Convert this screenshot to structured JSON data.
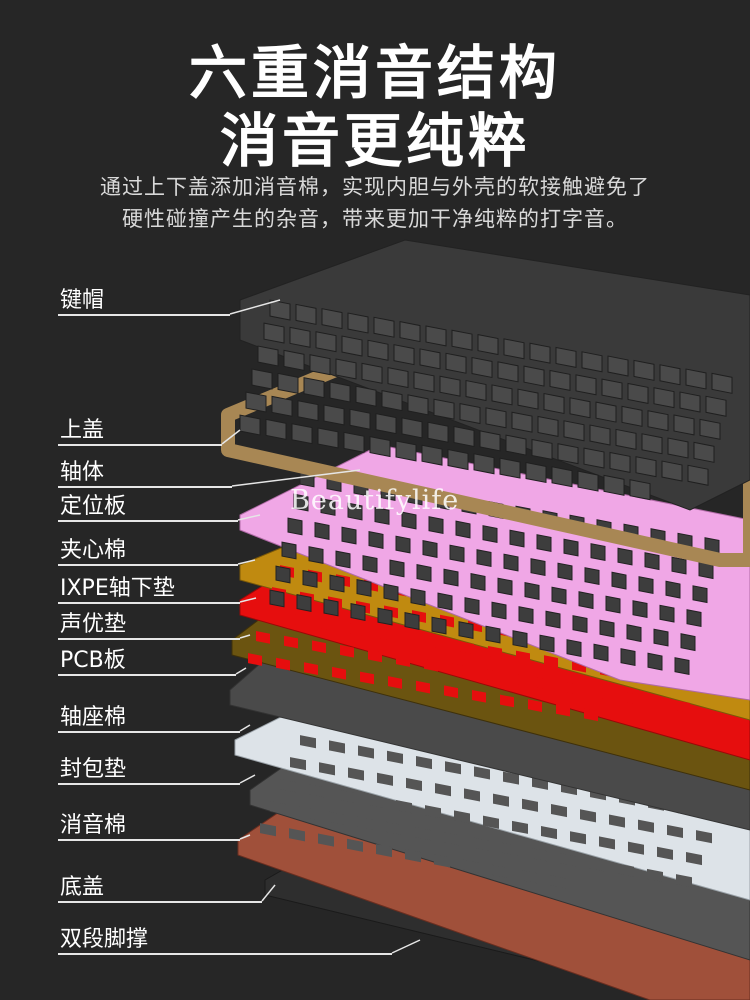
{
  "title_lines": [
    "六重消音结构",
    "消音更纯粹"
  ],
  "subtitle_lines": [
    "通过上下盖添加消音棉，实现内胆与外壳的软接触避免了",
    "硬性碰撞产生的杂音，带来更加干净纯粹的打字音。"
  ],
  "watermark": "Beautifylife",
  "layers": [
    {
      "label": "键帽"
    },
    {
      "label": "上盖"
    },
    {
      "label": "轴体"
    },
    {
      "label": "定位板"
    },
    {
      "label": "夹心棉"
    },
    {
      "label": "IXPE轴下垫"
    },
    {
      "label": "声优垫"
    },
    {
      "label": "PCB板"
    },
    {
      "label": "轴座棉"
    },
    {
      "label": "封包垫"
    },
    {
      "label": "消音棉"
    },
    {
      "label": "底盖"
    },
    {
      "label": "双段脚撑"
    }
  ],
  "colors": {
    "background": "#262626",
    "keycaps": "#3a3a3a",
    "top_case": "#a88754",
    "plate": "#f0a7e6",
    "ixpe": "#c08a10",
    "sound_pad": "#e60e0e",
    "pcb": "#6b5410",
    "switch_foam": "#4a4a4a",
    "gasket_tray": "#dde3e8",
    "dampening_foam": "#555555",
    "bottom_case": "#a0503a",
    "feet": "#2e2e2e"
  }
}
